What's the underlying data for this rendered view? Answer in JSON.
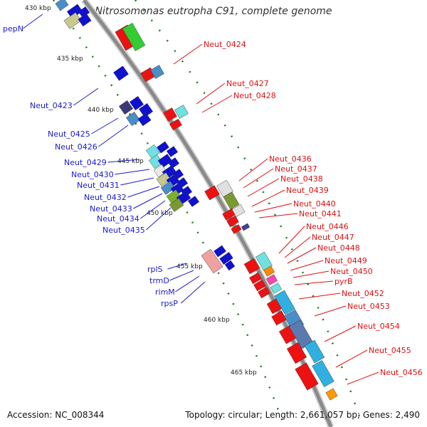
{
  "title": "Nitrosomonas eutropha C91, complete genome",
  "accession": "Accession: NC_008344",
  "topology": "Topology: circular; Length: 2,661,057 bp; Genes: 2,490",
  "colors": {
    "backbone": "#888888",
    "tick": "#1a7a1a",
    "label_forward": "#1a1acc",
    "label_reverse": "#dd1111",
    "ruler_text": "#222222"
  },
  "scale_labels": [
    "430 kbp",
    "435 kbp",
    "440 kbp",
    "445 kbp",
    "450 kbp",
    "455 kbp",
    "460 kbp",
    "465 kbp"
  ],
  "forward_gene_labels": [
    "pepN",
    "Neut_0423",
    "Neut_0425",
    "Neut_0426",
    "Neut_0429",
    "Neut_0430",
    "Neut_0431",
    "Neut_0432",
    "Neut_0433",
    "Neut_0434",
    "Neut_0435",
    "rplS",
    "trmD",
    "rimM",
    "rpsP"
  ],
  "reverse_gene_labels": [
    "Neut_0424",
    "Neut_0427",
    "Neut_0428",
    "Neut_0436",
    "Neut_0437",
    "Neut_0438",
    "Neut_0439",
    "Neut_0440",
    "Neut_0441",
    "Neut_0446",
    "Neut_0447",
    "Neut_0448",
    "Neut_0449",
    "Neut_0450",
    "pyrB",
    "Neut_0452",
    "Neut_0453",
    "Neut_0454",
    "Neut_0455",
    "Neut_0456"
  ]
}
